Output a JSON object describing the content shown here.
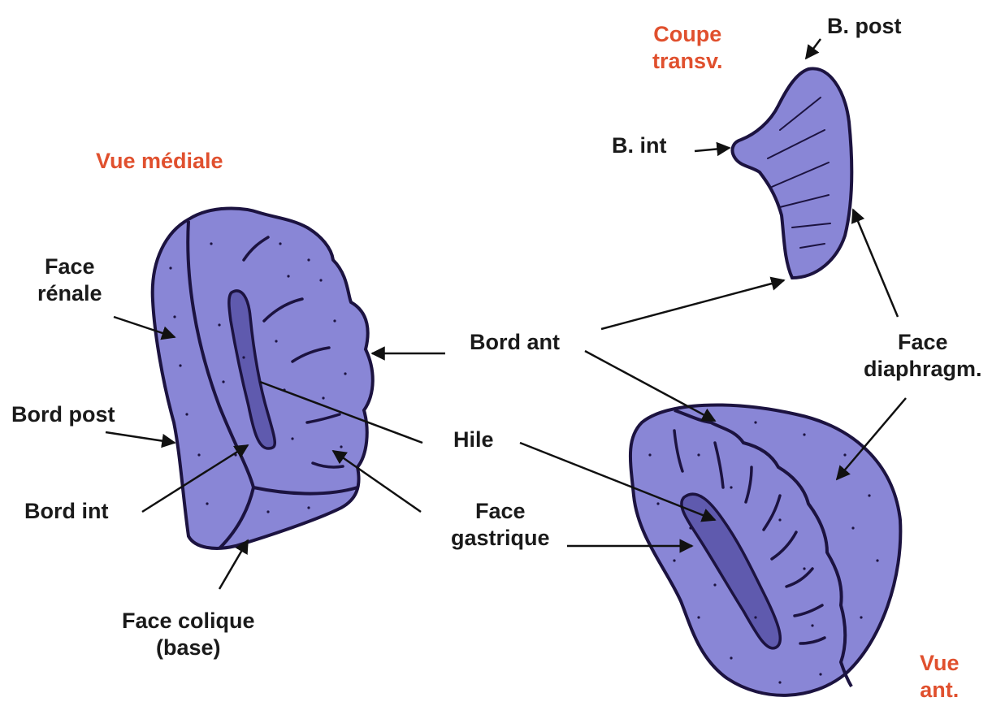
{
  "colors": {
    "organ_fill": "#8986d6",
    "organ_outline": "#1c1340",
    "hilum_fill": "#5f5aae",
    "view_title": "#e0502e",
    "label_text": "#1a1a1a"
  },
  "views": {
    "coupe_line1": "Coupe",
    "coupe_line2": "transv.",
    "mediale": "Vue médiale",
    "anterieure_line1": "Vue",
    "anterieure_line2": "ant."
  },
  "labels": {
    "b_post": "B. post",
    "b_int": "B. int",
    "face_renale_line1": "Face",
    "face_renale_line2": "rénale",
    "bord_post": "Bord post",
    "bord_int": "Bord int",
    "bord_ant": "Bord ant",
    "hile": "Hile",
    "face_gastrique_line1": "Face",
    "face_gastrique_line2": "gastrique",
    "face_colique_line1": "Face colique",
    "face_colique_line2": "(base)",
    "face_diaphragm_line1": "Face",
    "face_diaphragm_line2": "diaphragm."
  }
}
